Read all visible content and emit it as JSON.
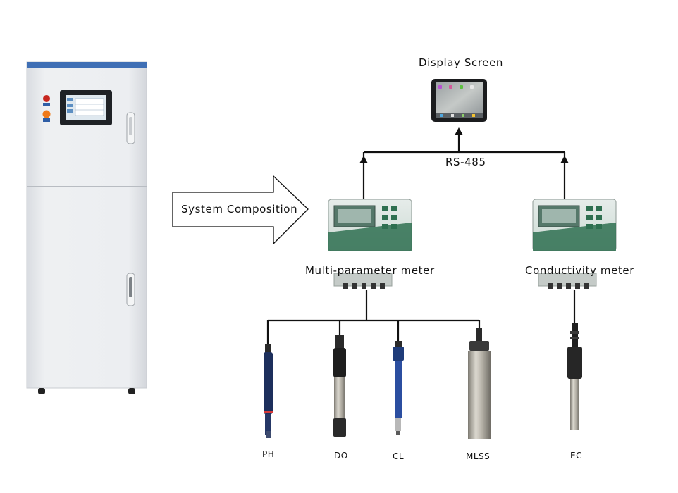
{
  "diagram": {
    "display_label": "Display Screen",
    "bus_label": "RS-485",
    "arrow_label": "System Composition",
    "meters": [
      {
        "label": "Multi-parameter meter"
      },
      {
        "label": "Conductivity meter"
      }
    ],
    "sensors": [
      {
        "label": "PH"
      },
      {
        "label": "DO"
      },
      {
        "label": "CL"
      },
      {
        "label": "MLSS"
      },
      {
        "label": "EC"
      }
    ]
  },
  "colors": {
    "cabinet_body": "#e9ebee",
    "cabinet_top": "#3f6fb5",
    "line": "#111111",
    "meter_green": "#2e6f50"
  }
}
